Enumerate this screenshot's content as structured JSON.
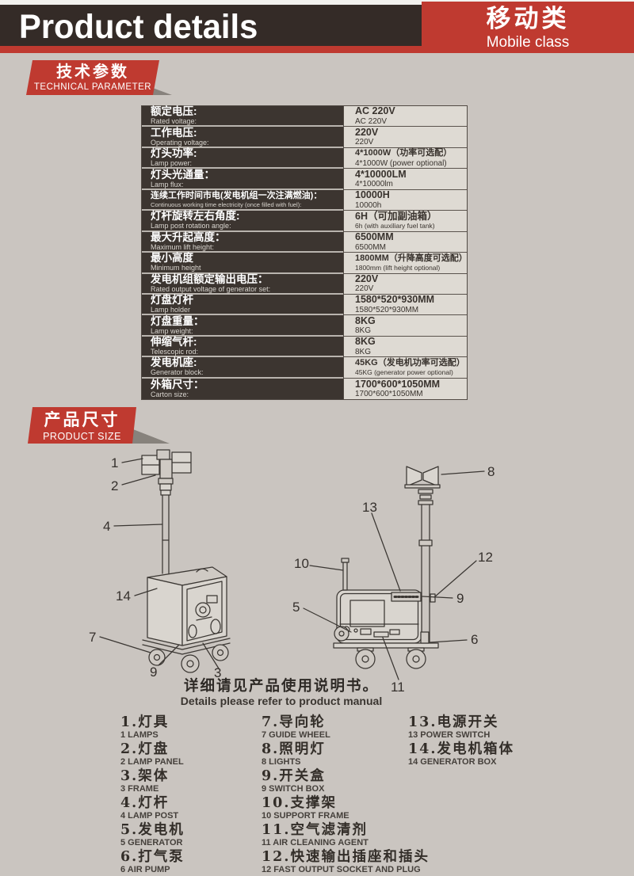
{
  "header": {
    "title": "Product details",
    "category_cn": "移动类",
    "category_en": "Mobile class"
  },
  "sections": {
    "tech": {
      "title_cn": "技术参数",
      "title_en": "TECHNICAL PARAMETER"
    },
    "size": {
      "title_cn": "产品尺寸",
      "title_en": "PRODUCT SIZE"
    }
  },
  "spec_table": {
    "rows": [
      {
        "label_cn": "额定电压:",
        "label_en": "Rated voltage:",
        "value_cn": "AC 220V",
        "value_en": "AC 220V"
      },
      {
        "label_cn": "工作电压:",
        "label_en": "Operating voltage:",
        "value_cn": "220V",
        "value_en": "220V"
      },
      {
        "label_cn": "灯头功率:",
        "label_en": "Lamp power:",
        "value_cn": "4*1000W（功率可选配）",
        "value_en": "4*1000W (power optional)"
      },
      {
        "label_cn": "灯头光通量：",
        "label_en": "Lamp flux:",
        "value_cn": "4*10000LM",
        "value_en": "4*10000lm"
      },
      {
        "label_cn": "连续工作时间市电(发电机组一次注满燃油)：",
        "label_en": "Continuous working time electricity (once filled with fuel):",
        "value_cn": "10000H",
        "value_en": "10000h"
      },
      {
        "label_cn": "灯杆旋转左右角度:",
        "label_en": "Lamp post rotation angle:",
        "value_cn": "6H（可加副油箱）",
        "value_en": "6h (with auxiliary fuel tank)"
      },
      {
        "label_cn": "最大升起高度：",
        "label_en": "Maximum lift height:",
        "value_cn": "6500MM",
        "value_en": "6500MM"
      },
      {
        "label_cn": "最小高度",
        "label_en": "Minimum height",
        "value_cn": "1800MM（升降高度可选配）",
        "value_en": "1800mm (lift height optional)"
      },
      {
        "label_cn": "发电机组额定输出电压：",
        "label_en": "Rated output voltage of generator set:",
        "value_cn": "220V",
        "value_en": "220V"
      },
      {
        "label_cn": "灯盘灯杆",
        "label_en": "Lamp holder",
        "value_cn": "1580*520*930MM",
        "value_en": "1580*520*930MM"
      },
      {
        "label_cn": "灯盘重量：",
        "label_en": "Lamp weight:",
        "value_cn": "8KG",
        "value_en": "8KG"
      },
      {
        "label_cn": "伸缩气杆:",
        "label_en": "Telescopic rod:",
        "value_cn": "8KG",
        "value_en": "8KG"
      },
      {
        "label_cn": "发电机座:",
        "label_en": "Generator block:",
        "value_cn": "45KG（发电机功率可选配）",
        "value_en": "45KG (generator power optional)"
      },
      {
        "label_cn": "外箱尺寸：",
        "label_en": "Carton size:",
        "value_cn": "1700*600*1050MM",
        "value_en": "1700*600*1050MM"
      }
    ]
  },
  "diagram": {
    "left_callouts": [
      "1",
      "2",
      "4",
      "14",
      "7",
      "9",
      "3"
    ],
    "right_callouts": [
      "8",
      "13",
      "10",
      "12",
      "9",
      "5",
      "6",
      "11"
    ],
    "note_cn": "详细请见产品使用说明书。",
    "note_en": "Details please refer to product manual"
  },
  "parts_list": {
    "columns": [
      [
        {
          "cn": "1.灯具",
          "en": "1 LAMPS"
        },
        {
          "cn": "2.灯盘",
          "en": "2 LAMP PANEL"
        },
        {
          "cn": "3.架体",
          "en": "3 FRAME"
        },
        {
          "cn": "4.灯杆",
          "en": "4 LAMP POST"
        },
        {
          "cn": "5.发电机",
          "en": "5 GENERATOR"
        },
        {
          "cn": "6.打气泵",
          "en": "6 AIR PUMP"
        }
      ],
      [
        {
          "cn": "7.导向轮",
          "en": "7 GUIDE WHEEL"
        },
        {
          "cn": "8.照明灯",
          "en": "8 LIGHTS"
        },
        {
          "cn": "9.开关盒",
          "en": "9 SWITCH BOX"
        },
        {
          "cn": "10.支撑架",
          "en": "10 SUPPORT FRAME"
        },
        {
          "cn": "11.空气滤清剂",
          "en": "11 AIR CLEANING AGENT"
        },
        {
          "cn": "12.快速输出插座和插头",
          "en": "12 FAST OUTPUT SOCKET AND PLUG"
        }
      ],
      [
        {
          "cn": "13.电源开关",
          "en": "13 POWER SWITCH"
        },
        {
          "cn": "14.发电机箱体",
          "en": "14 GENERATOR BOX"
        }
      ]
    ]
  },
  "colors": {
    "accent_red": "#bf3a30",
    "header_dark": "#342b27",
    "table_label_bg": "#3c3530",
    "table_value_bg": "#dedad3",
    "page_bg": "#cac5c0"
  }
}
